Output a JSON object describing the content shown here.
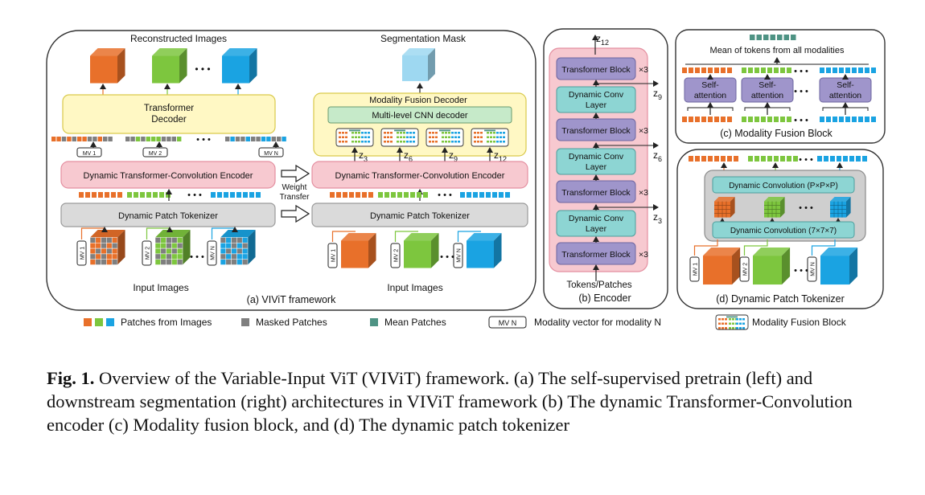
{
  "colors": {
    "orange": "#E8702A",
    "green": "#7DC63E",
    "blue": "#1AA3E2",
    "gray": "#7F7F7F",
    "teal": "#4E9384",
    "encoder_pink": "#F7C9D0",
    "yellow": "#FFF8C4",
    "tf_block": "#9F95CB",
    "dconv": "#8DD5D3",
    "cnn_green": "#C6EAC9",
    "tokenizer_gray": "#DADADA"
  },
  "icons": [
    "cube-icon",
    "masked-cube-icon",
    "patch-token-icon",
    "arrow-icon"
  ],
  "panel_a": {
    "reconstructed_title": "Reconstructed Images",
    "segmentation_title": "Segmentation Mask",
    "transformer_decoder": "Transformer\nDecoder",
    "mv_tags": [
      "MV 1",
      "MV 2",
      "MV N"
    ],
    "encoder": "Dynamic Transformer-Convolution Encoder",
    "tokenizer": "Dynamic Patch Tokenizer",
    "weight_transfer": "Weight\nTransfer",
    "input_images_left": "Input Images",
    "input_images_right": "Input Images",
    "modality_fusion_decoder": "Modality Fusion Decoder",
    "cnn_decoder": "Multi-level CNN decoder",
    "z_labels": [
      "z",
      "z",
      "z",
      "z"
    ],
    "z_subs": [
      "3",
      "6",
      "9",
      "12"
    ],
    "ellipsis": "• • •",
    "caption": "(a) VIViT framework"
  },
  "panel_b": {
    "top_z": "z",
    "top_sub": "12",
    "tf_block": "Transformer Block",
    "times3": "×3",
    "dconv": "Dynamic Conv\nLayer",
    "side_z": [
      "z",
      "z",
      "z"
    ],
    "side_subs": [
      "9",
      "6",
      "3"
    ],
    "input_label": "Tokens/Patches",
    "caption": "(b) Encoder"
  },
  "panel_c": {
    "mean_label": "Mean of tokens from all modalities",
    "self_attention": "Self-\nattention",
    "caption": "(c) Modality Fusion Block"
  },
  "panel_d": {
    "dconv_ppp": "Dynamic Convolution (P×P×P)",
    "dconv_777": "Dynamic Convolution (7×7×7)",
    "mv_tags": [
      "MV 1",
      "MV 2",
      "MV N"
    ],
    "caption": "(d) Dynamic Patch Tokenizer"
  },
  "legend": {
    "patches": "Patches from Images",
    "masked": "Masked Patches",
    "mean": "Mean Patches",
    "mv_tag": "MV N",
    "mv_text": "Modality vector for modality N",
    "fusion": "Modality Fusion Block"
  },
  "caption": {
    "label": "Fig. 1.",
    "text": " Overview of the Variable-Input ViT (VIViT) framework. (a) The self-supervised pretrain (left) and downstream segmentation (right) architectures in VIViT framework (b) The dynamic Transformer-Convolution encoder (c) Modality fusion block, and (d) The dynamic patch tokenizer"
  }
}
